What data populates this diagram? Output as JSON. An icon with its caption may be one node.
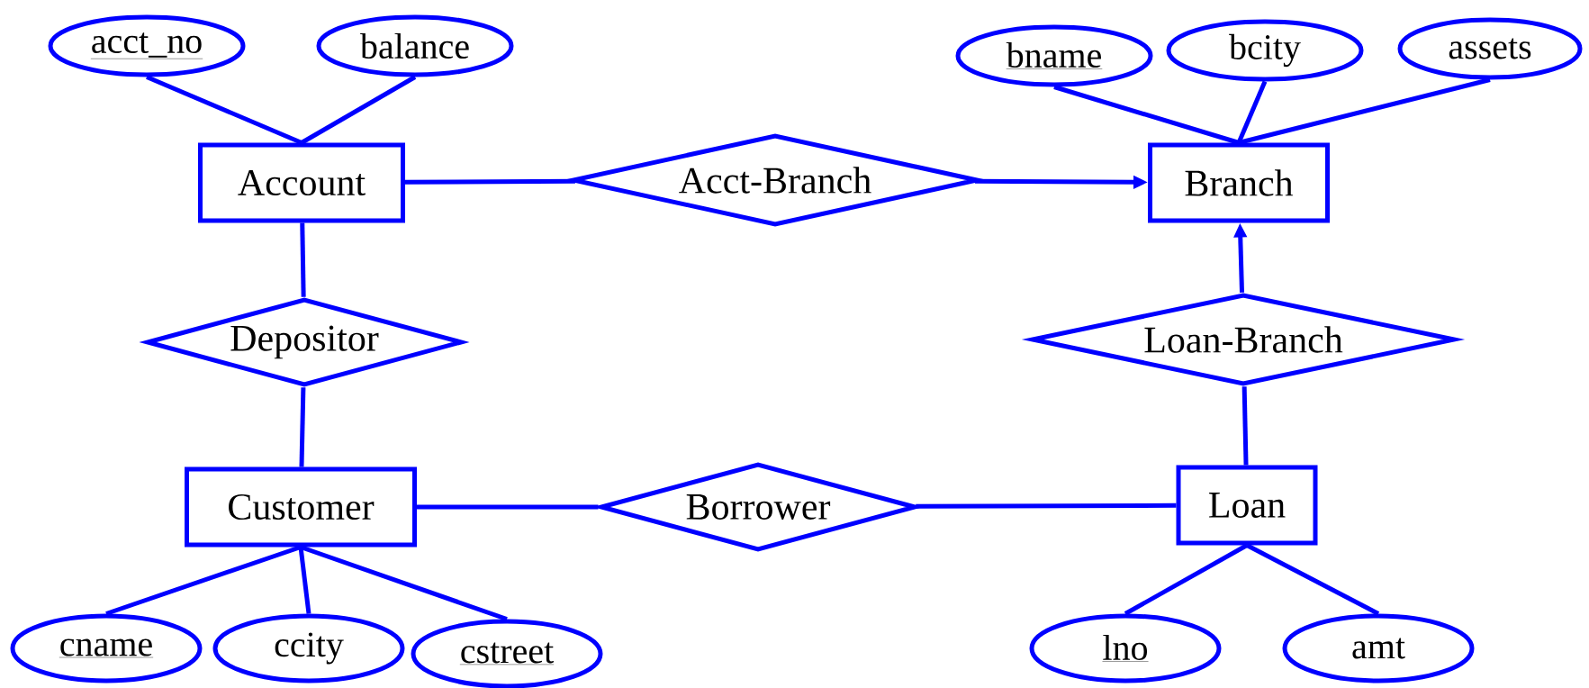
{
  "diagram": {
    "nodes": [
      {
        "text": [
          "acct_no"
        ]
      },
      {
        "text": [
          "balance"
        ]
      },
      {
        "text": [
          "bname"
        ]
      },
      {
        "text": [
          "bcity"
        ]
      },
      {
        "text": [
          "assets"
        ]
      },
      {
        "text": [
          "Account"
        ]
      },
      {
        "text": [
          "Acct-Branch"
        ]
      },
      {
        "text": [
          "Branch"
        ]
      },
      {
        "text": [
          "Depositor"
        ]
      },
      {
        "text": [
          "Loan-Branch"
        ]
      },
      {
        "text": [
          "Customer"
        ]
      },
      {
        "text": [
          "Borrower"
        ]
      },
      {
        "text": [
          "Loan"
        ]
      },
      {
        "text": [
          "cname"
        ]
      },
      {
        "text": [
          "ccity"
        ]
      },
      {
        "text": [
          "cstreet"
        ]
      },
      {
        "text": [
          "lno"
        ]
      },
      {
        "text": [
          "amt"
        ]
      }
    ],
    "edges": [
      {
        "from": 0,
        "to": 5,
        "arrow": "none"
      },
      {
        "from": 1,
        "to": 5,
        "arrow": "none"
      },
      {
        "from": 2,
        "to": 7,
        "arrow": "none"
      },
      {
        "from": 3,
        "to": 7,
        "arrow": "none"
      },
      {
        "from": 4,
        "to": 7,
        "arrow": "none"
      },
      {
        "from": 5,
        "to": 6,
        "arrow": "none"
      },
      {
        "from": 6,
        "to": 7,
        "arrow": "to"
      },
      {
        "from": 5,
        "to": 8,
        "arrow": "none"
      },
      {
        "from": 8,
        "to": 10,
        "arrow": "none"
      },
      {
        "from": 10,
        "to": 11,
        "arrow": "none"
      },
      {
        "from": 11,
        "to": 12,
        "arrow": "none"
      },
      {
        "from": 12,
        "to": 9,
        "arrow": "none"
      },
      {
        "from": 9,
        "to": 7,
        "arrow": "to"
      },
      {
        "from": 10,
        "to": 13,
        "arrow": "none"
      },
      {
        "from": 10,
        "to": 14,
        "arrow": "none"
      },
      {
        "from": 10,
        "to": 15,
        "arrow": "none"
      },
      {
        "from": 12,
        "to": 16,
        "arrow": "none"
      },
      {
        "from": 12,
        "to": 17,
        "arrow": "none"
      }
    ]
  }
}
